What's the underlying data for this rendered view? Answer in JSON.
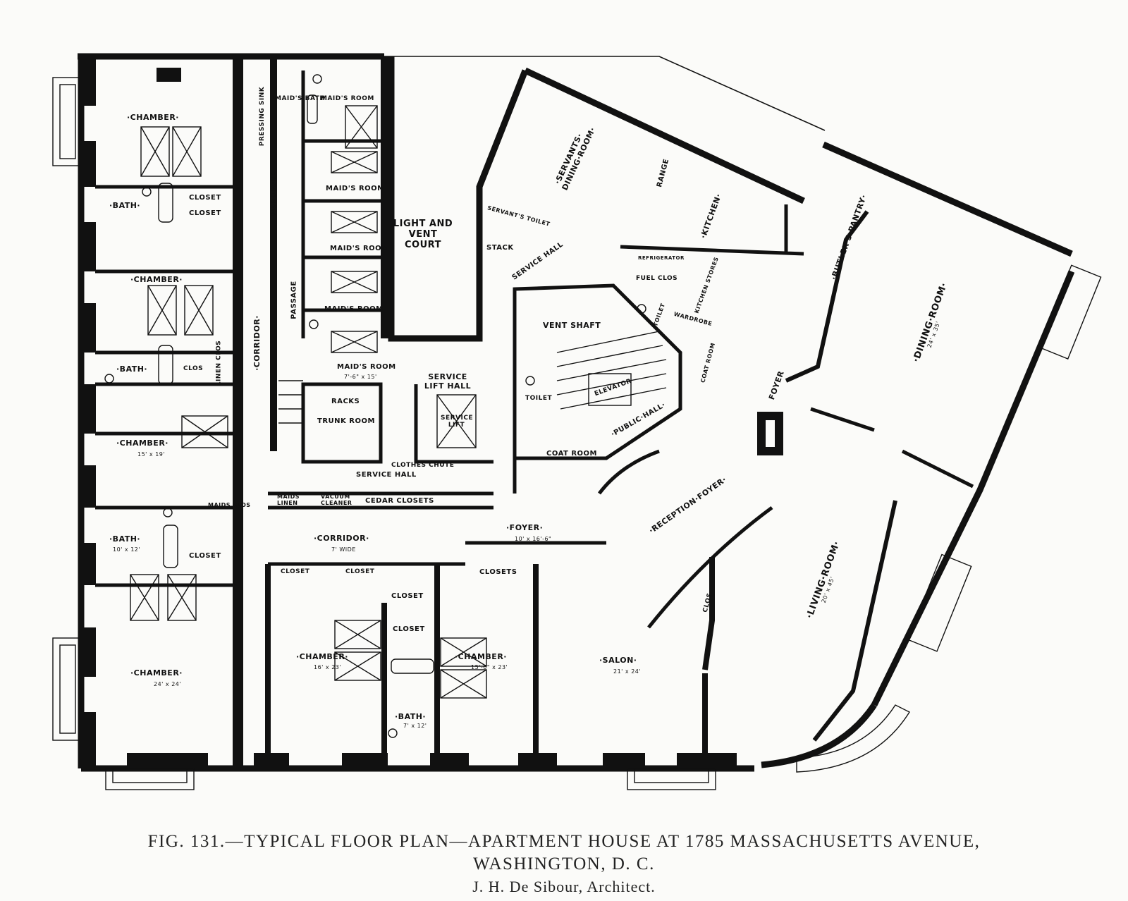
{
  "caption": {
    "line1": "FIG. 131.—TYPICAL FLOOR PLAN—APARTMENT HOUSE AT 1785 MASSACHUSETTS AVENUE,",
    "line2": "WASHINGTON, D. C.",
    "line3": "J. H. De Sibour, Architect."
  },
  "rooms": {
    "chamber1": "·CHAMBER·",
    "bath1": "·BATH·",
    "chamber2": "·CHAMBER·",
    "bath2": "·BATH·",
    "chamber3": "·CHAMBER·",
    "chamber3_dim": "15' x 19'",
    "bath3": "·BATH·",
    "bath3_dim": "10' x 12'",
    "chamber4": "·CHAMBER·",
    "chamber4_dim": "24' x 24'",
    "closet_a": "CLOSET",
    "closet_b": "CLOSET",
    "linen_clos": "LINEN CLOS",
    "clos_a": "CLOS",
    "closet_c": "CLOSET",
    "maids_clos": "MAIDS CLOS",
    "corridor_v": "·CORRIDOR·",
    "passage": "PASSAGE",
    "wardrobe": "WARDROBE",
    "pressing_sink": "PRESSING SINK",
    "maids_bath": "MAID'S BATH",
    "maids_room1": "MAID'S ROOM",
    "maids_room2": "MAID'S ROOM",
    "maids_room3": "MAID'S ROOM",
    "maids_room4": "MAID'S ROOM",
    "maids_room5": "MAID'S ROOM",
    "maids_room5_dim": "7'-6\" x 15'",
    "light_court": "LIGHT AND VENT COURT",
    "racks": "RACKS",
    "trunk_room": "TRUNK ROOM",
    "service_lift_hall": "SERVICE LIFT HALL",
    "service_lift": "SERVICE LIFT",
    "clothes_chute": "CLOTHES CHUTE",
    "service_hall": "SERVICE HALL",
    "maids_linen": "MAIDS LINEN",
    "vacuum_cleaner": "VACUUM CLEANER",
    "cedar_closets": "CEDAR CLOSETS",
    "corridor_h": "·CORRIDOR·",
    "corridor_h_dim": "7' WIDE",
    "closet_d": "CLOSET",
    "closet_e": "CLOSET",
    "closet_f": "CLOSET",
    "closet_g": "CLOSET",
    "closets": "CLOSETS",
    "chamber5": "·CHAMBER·",
    "chamber5_dim": "16' x 23'",
    "chamber6": "·CHAMBER·",
    "chamber6_dim": "15'-6\" x 23'",
    "bath4": "·BATH·",
    "bath4_dim": "7' x 12'",
    "foyer": "·FOYER·",
    "foyer_dim": "10' x 16'-6\"",
    "salon": "·SALON·",
    "salon_dim": "21' x 24'",
    "servants_dining": "·SERVANTS· DINING·ROOM·",
    "range": "RANGE",
    "kitchen": "·KITCHEN·",
    "butlers_pantry": "·BUTLER'S·PANTRY·",
    "dining_room": "·DINING·ROOM·",
    "servants_toilet": "SERVANT'S TOILET",
    "stack": "STACK",
    "service_hall2": "SERVICE HALL",
    "vent_shaft": "VENT SHAFT",
    "fuel_clos": "FUEL CLOS",
    "refrigerator": "REFRIGERATOR",
    "kitchen_stores": "KITCHEN STORES",
    "toilet": "TOILET",
    "wardrobe2": "WARDROBE",
    "elevator": "ELEVATOR",
    "public_hall": "·PUBLIC·HALL·",
    "coat_room": "COAT ROOM",
    "coat_room2": "COAT ROOM",
    "toilet2": "TOILET",
    "foyer2": "FOYER",
    "reception_foyer": "·RECEPTION·FOYER·",
    "living_room": "·LIVING·ROOM·",
    "living_room_dim": "20' x 45'",
    "clos_b": "CLOS",
    "dining_dim": "24' x 35'"
  }
}
